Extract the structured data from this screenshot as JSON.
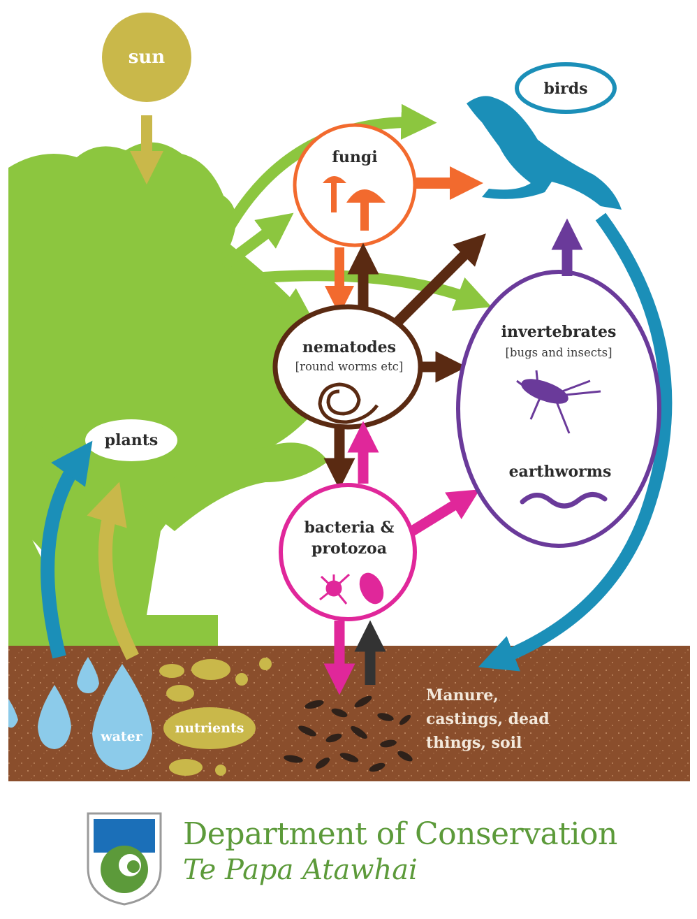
{
  "labels": {
    "sun": "sun",
    "birds": "birds",
    "fungi": "fungi",
    "plants": "plants",
    "nematodes": "nematodes",
    "nematodes_sub": "[round worms etc]",
    "invertebrates": "invertebrates",
    "invertebrates_sub": "[bugs and insects]",
    "earthworms": "earthworms",
    "bacteria_line1": "bacteria &",
    "bacteria_line2": "protozoa",
    "water": "water",
    "nutrients": "nutrients",
    "manure_line1": "Manure,",
    "manure_line2": "castings, dead",
    "manure_line3": "things, soil"
  },
  "footer": {
    "org": "Department of Conservation",
    "org_maori": "Te Papa Atawhai"
  },
  "colors": {
    "sun": "#c9b84a",
    "plant_green": "#8cc63f",
    "fungi_orange": "#f26a2e",
    "nematode_brown": "#5a2a12",
    "bacteria_pink": "#e0279a",
    "invertebrate_purple": "#6a3a9a",
    "bird_blue": "#1b8fb8",
    "soil": "#8a4e2c",
    "water_blue": "#8ccbea",
    "nutrient_yellow": "#c9b84a",
    "doc_green": "#5c9a3a"
  }
}
